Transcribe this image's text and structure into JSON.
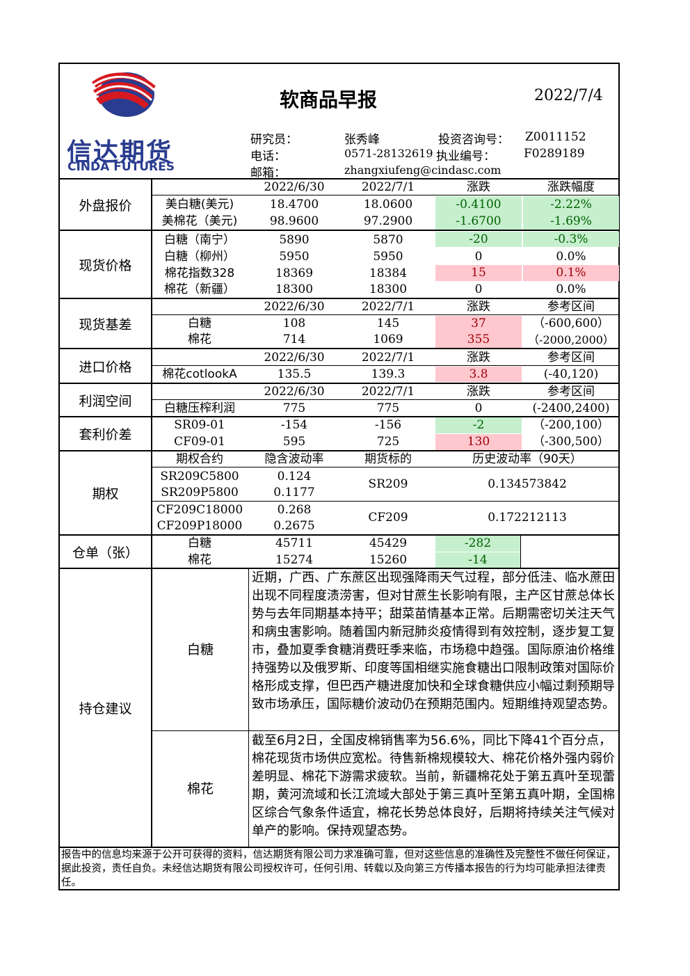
{
  "header": {
    "title": "软商品早报",
    "date": "2022/7/4",
    "logo_cn": "信达期货",
    "logo_en": "CINDA FUTURES",
    "researcher_label": "研究员：",
    "researcher": "张秀峰",
    "consult_label": "投资咨询号：",
    "consult_no": "Z0011152",
    "phone_label": "电话：",
    "phone": "0571-28132619",
    "license_label": "执业编号：",
    "license_no": "F0289189",
    "email_label": "邮箱：",
    "email": "zhangxiufeng@cindasc.com"
  },
  "colors": {
    "green_bg": "#c6efce",
    "green_text": "#006100",
    "red_bg": "#ffc7ce",
    "red_text": "#9c0006",
    "logo_red": "#d71920",
    "logo_blue": "#2a3c8f"
  },
  "sections": {
    "foreign": {
      "label": "外盘报价",
      "headers": [
        "2022/6/30",
        "2022/7/1",
        "涨跌",
        "涨跌幅度"
      ],
      "rows": [
        {
          "name": "美白糖(美元)",
          "v1": "18.4700",
          "v2": "18.0600",
          "chg": "-0.4100",
          "pct": "-2.22%"
        },
        {
          "name": "美棉花（美元)",
          "v1": "98.9600",
          "v2": "97.2900",
          "chg": "-1.6700",
          "pct": "-1.69%"
        }
      ]
    },
    "spot": {
      "label": "现货价格",
      "rows": [
        {
          "name": "白糖（南宁）",
          "v1": "5890",
          "v2": "5870",
          "chg": "-20",
          "pct": "-0.3%"
        },
        {
          "name": "白糖（柳州）",
          "v1": "5950",
          "v2": "5950",
          "chg": "0",
          "pct": "0.0%"
        },
        {
          "name": "棉花指数328",
          "v1": "18369",
          "v2": "18384",
          "chg": "15",
          "pct": "0.1%"
        },
        {
          "name": "棉花（新疆）",
          "v1": "18300",
          "v2": "18300",
          "chg": "0",
          "pct": "0.0%"
        }
      ]
    },
    "basis": {
      "label": "现货基差",
      "headers": [
        "2022/6/30",
        "2022/7/1",
        "涨跌",
        "参考区间"
      ],
      "rows": [
        {
          "name": "白糖",
          "v1": "108",
          "v2": "145",
          "chg": "37",
          "range": "（-600,600）"
        },
        {
          "name": "棉花",
          "v1": "714",
          "v2": "1069",
          "chg": "355",
          "range": "（-2000,2000）"
        }
      ]
    },
    "import": {
      "label": "进口价格",
      "headers": [
        "2022/6/30",
        "2022/7/1",
        "涨跌",
        "参考区间"
      ],
      "rows": [
        {
          "name": "棉花cotlookA",
          "v1": "135.5",
          "v2": "139.3",
          "chg": "3.8",
          "range": "(-40,120)"
        }
      ]
    },
    "profit": {
      "label": "利润空间",
      "headers": [
        "2022/6/30",
        "2022/7/1",
        "涨跌",
        "参考区间"
      ],
      "rows": [
        {
          "name": "白糖压榨利润",
          "v1": "775",
          "v2": "775",
          "chg": "0",
          "range": "(-2400,2400)"
        }
      ]
    },
    "spread": {
      "label": "套利价差",
      "rows": [
        {
          "name": "SR09-01",
          "v1": "-154",
          "v2": "-156",
          "chg": "-2",
          "range": "（-200,100）"
        },
        {
          "name": "CF09-01",
          "v1": "595",
          "v2": "725",
          "chg": "130",
          "range": "（-300,500）"
        }
      ]
    },
    "options": {
      "label": "期权",
      "headers": [
        "期权合约",
        "隐含波动率",
        "期货标的",
        "历史波动率（90天）"
      ],
      "rows": [
        {
          "contract": "SR209C5800",
          "iv": "0.124"
        },
        {
          "contract": "SR209P5800",
          "iv": "0.1177"
        },
        {
          "contract": "CF209C18000",
          "iv": "0.268"
        },
        {
          "contract": "CF209P18000",
          "iv": "0.2675"
        }
      ],
      "underlyings": [
        {
          "name": "SR209",
          "hv": "0.134573842"
        },
        {
          "name": "CF209",
          "hv": "0.172212113"
        }
      ]
    },
    "warehouse": {
      "label": "仓单（张）",
      "rows": [
        {
          "name": "白糖",
          "v1": "45711",
          "v2": "45429",
          "chg": "-282"
        },
        {
          "name": "棉花",
          "v1": "15274",
          "v2": "15260",
          "chg": "-14"
        }
      ]
    },
    "advice": {
      "label": "持仓建议",
      "sugar_label": "白糖",
      "sugar_text": "近期，广西、广东蔗区出现强降雨天气过程，部分低洼、临水蔗田出现不同程度渍涝害，但对甘蔗生长影响有限，主产区甘蔗总体长势与去年同期基本持平；甜菜苗情基本正常。后期需密切关注天气和病虫害影响。随着国内新冠肺炎疫情得到有效控制，逐步复工复市，叠加夏季食糖消费旺季来临，市场稳中趋强。国际原油价格维持强势以及俄罗斯、印度等国相继实施食糖出口限制政策对国际价格形成支撑，但巴西产糖进度加快和全球食糖供应小幅过剩预期导致市场承压，国际糖价波动仍在预期范围内。短期维持观望态势。",
      "cotton_label": "棉花",
      "cotton_text": "截至6月2日，全国皮棉销售率为56.6%，同比下降41个百分点，棉花现货市场供应宽松。待售新棉规模较大、棉花价格外强内弱价差明显、棉花下游需求疲软。当前，新疆棉花处于第五真叶至现蕾期，黄河流域和长江流域大部处于第三真叶至第五真叶期，全国棉区综合气象条件适宜，棉花长势总体良好，后期将持续关注气候对单产的影响。保持观望态势。"
    }
  },
  "disclaimer": "报告中的信息均来源于公开可获得的资料，信达期货有限公司力求准确可靠，但对这些信息的准确性及完整性不做任何保证，据此投资，责任自负。未经信达期货有限公司授权许可，任何引用、转载以及向第三方传播本报告的行为均可能承担法律责任。"
}
